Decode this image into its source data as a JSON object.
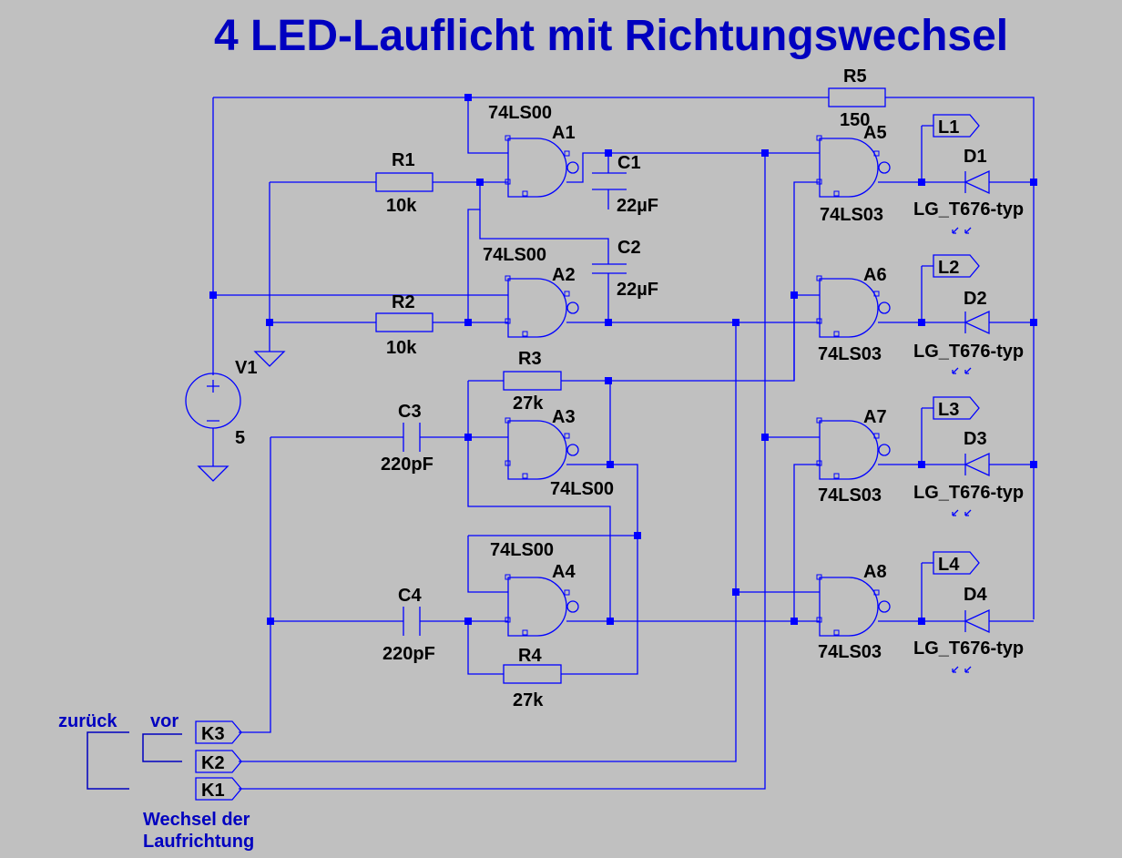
{
  "title": "4 LED-Lauflicht mit Richtungswechsel",
  "components": {
    "A1": {
      "ref": "A1",
      "type": "74LS00"
    },
    "A2": {
      "ref": "A2",
      "type": "74LS00"
    },
    "A3": {
      "ref": "A3",
      "type": "74LS00"
    },
    "A4": {
      "ref": "A4",
      "type": "74LS00"
    },
    "A5": {
      "ref": "A5",
      "type": "74LS03"
    },
    "A6": {
      "ref": "A6",
      "type": "74LS03"
    },
    "A7": {
      "ref": "A7",
      "type": "74LS03"
    },
    "A8": {
      "ref": "A8",
      "type": "74LS03"
    },
    "R1": {
      "ref": "R1",
      "value": "10k"
    },
    "R2": {
      "ref": "R2",
      "value": "10k"
    },
    "R3": {
      "ref": "R3",
      "value": "27k"
    },
    "R4": {
      "ref": "R4",
      "value": "27k"
    },
    "R5": {
      "ref": "R5",
      "value": "150"
    },
    "C1": {
      "ref": "C1",
      "value": "22µF"
    },
    "C2": {
      "ref": "C2",
      "value": "22µF"
    },
    "C3": {
      "ref": "C3",
      "value": "220pF"
    },
    "C4": {
      "ref": "C4",
      "value": "220pF"
    },
    "V1": {
      "ref": "V1",
      "value": "5"
    },
    "D1": {
      "ref": "D1",
      "value": "LG_T676-typ"
    },
    "D2": {
      "ref": "D2",
      "value": "LG_T676-typ"
    },
    "D3": {
      "ref": "D3",
      "value": "LG_T676-typ"
    },
    "D4": {
      "ref": "D4",
      "value": "LG_T676-typ"
    }
  },
  "net_labels": {
    "L1": "L1",
    "L2": "L2",
    "L3": "L3",
    "L4": "L4",
    "K1": "K1",
    "K2": "K2",
    "K3": "K3"
  },
  "switch_note": {
    "back": "zurück",
    "forward": "vor",
    "caption_line1": "Wechsel der",
    "caption_line2": "Laufrichtung"
  },
  "colors": {
    "background": "#c0c0c0",
    "wire": "#0000ff",
    "title": "#0000c0",
    "labels": "#000000"
  }
}
